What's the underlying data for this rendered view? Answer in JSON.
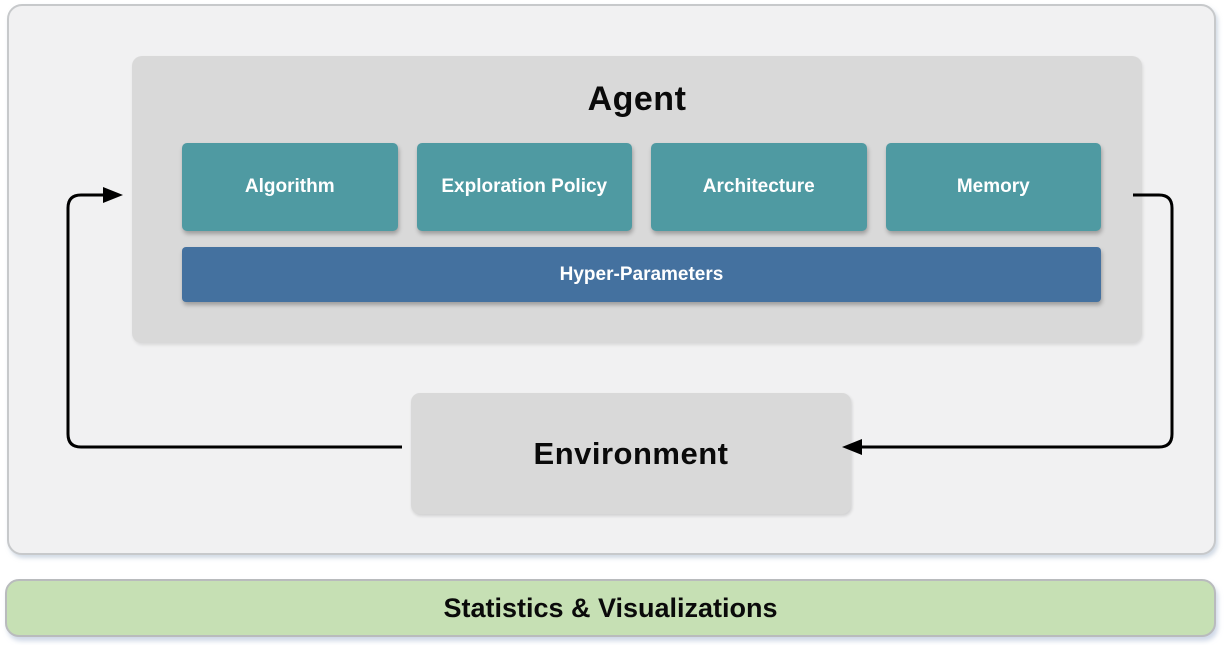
{
  "agent": {
    "label": "Agent",
    "components": [
      {
        "label": "Algorithm"
      },
      {
        "label": "Exploration Policy"
      },
      {
        "label": "Architecture"
      },
      {
        "label": "Memory"
      }
    ],
    "hyper_parameters_label": "Hyper-Parameters"
  },
  "environment": {
    "label": "Environment"
  },
  "statistics_bar": {
    "label": "Statistics & Visualizations"
  },
  "colors": {
    "component_teal": "#4f9aa2",
    "hyper_parameters_blue": "#44719f",
    "agent_box_gray": "#d9d9d9",
    "environment_box_gray": "#d9d9d9",
    "outer_panel_gray": "#f1f1f2",
    "statistics_green": "#c6e0b4",
    "arrow_black": "#000000"
  }
}
